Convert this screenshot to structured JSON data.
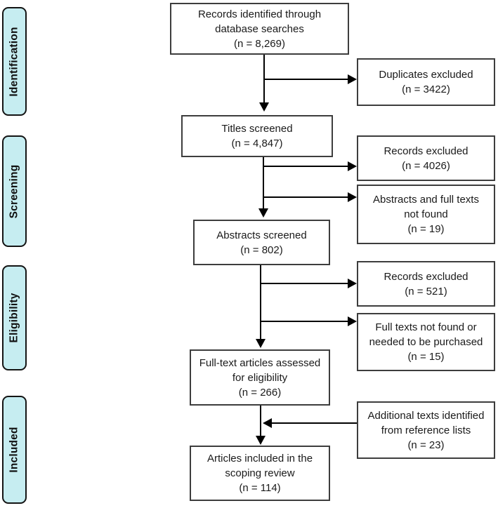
{
  "colors": {
    "stage_fill": "#c6edf1",
    "stage_border": "#141414",
    "box_border": "#3d3d3d",
    "arrow": "#000000",
    "text": "#1a1a1a"
  },
  "stages": [
    {
      "label": "Identification"
    },
    {
      "label": "Screening"
    },
    {
      "label": "Eligibility"
    },
    {
      "label": "Included"
    }
  ],
  "main_boxes": [
    {
      "text": "Records identified through\ndatabase searches\n(n = 8,269)"
    },
    {
      "text": "Titles screened\n(n = 4,847)"
    },
    {
      "text": "Abstracts screened\n(n = 802)"
    },
    {
      "text": "Full-text articles assessed\nfor eligibility\n(n = 266)"
    },
    {
      "text": "Articles included in the\nscoping review\n(n = 114)"
    }
  ],
  "side_boxes": [
    {
      "text": "Duplicates excluded\n(n = 3422)"
    },
    {
      "text": "Records excluded\n(n = 4026)"
    },
    {
      "text": "Abstracts and full texts\nnot found\n(n = 19)"
    },
    {
      "text": "Records excluded\n(n = 521)"
    },
    {
      "text": "Full texts not found or\nneeded to be purchased\n(n = 15)"
    },
    {
      "text": "Additional texts identified\nfrom reference lists\n(n = 23)"
    }
  ]
}
